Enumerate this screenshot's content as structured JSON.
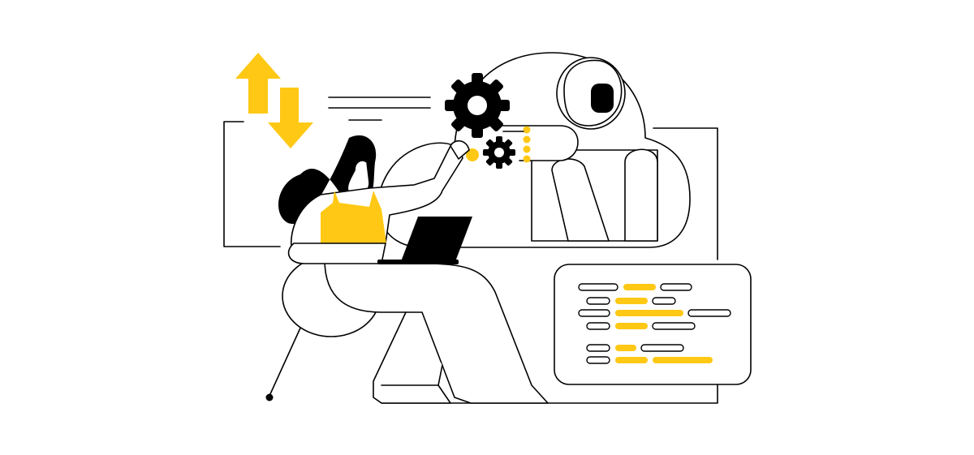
{
  "colors": {
    "accent": "#FFC815",
    "ink": "#000000",
    "background": "#FFFFFF"
  },
  "code_panel": {
    "rows": [
      [
        "w",
        "y",
        "w"
      ],
      [
        "w",
        "y",
        "w"
      ],
      [
        "w",
        "y",
        "w"
      ],
      [
        "w",
        "y",
        "w"
      ],
      [
        "w",
        "y",
        "w"
      ],
      [
        "w",
        "y",
        "y"
      ]
    ]
  }
}
